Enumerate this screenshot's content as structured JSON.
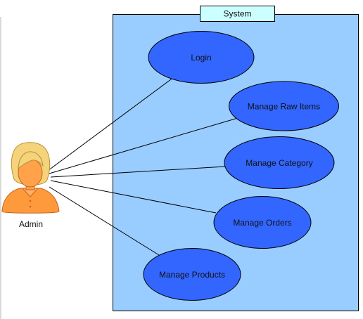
{
  "diagram": {
    "system": {
      "title": "System",
      "fill": "#99ccff",
      "title_fill": "#ccffff"
    },
    "actor": {
      "label": "Admin",
      "icon": "user-icon",
      "hair_color": "#f5d37a",
      "skin_color": "#ffa24a"
    },
    "use_case_fill": "#3366ff",
    "use_cases": [
      {
        "id": "login",
        "label": "Login"
      },
      {
        "id": "manage-raw-items",
        "label": "Manage Raw Items"
      },
      {
        "id": "manage-category",
        "label": "Manage Category"
      },
      {
        "id": "manage-orders",
        "label": "Manage Orders"
      },
      {
        "id": "manage-products",
        "label": "Manage Products"
      }
    ],
    "associations": [
      {
        "from": "Admin",
        "to": "Login"
      },
      {
        "from": "Admin",
        "to": "Manage Raw Items"
      },
      {
        "from": "Admin",
        "to": "Manage Category"
      },
      {
        "from": "Admin",
        "to": "Manage Orders"
      },
      {
        "from": "Admin",
        "to": "Manage Products"
      }
    ]
  }
}
